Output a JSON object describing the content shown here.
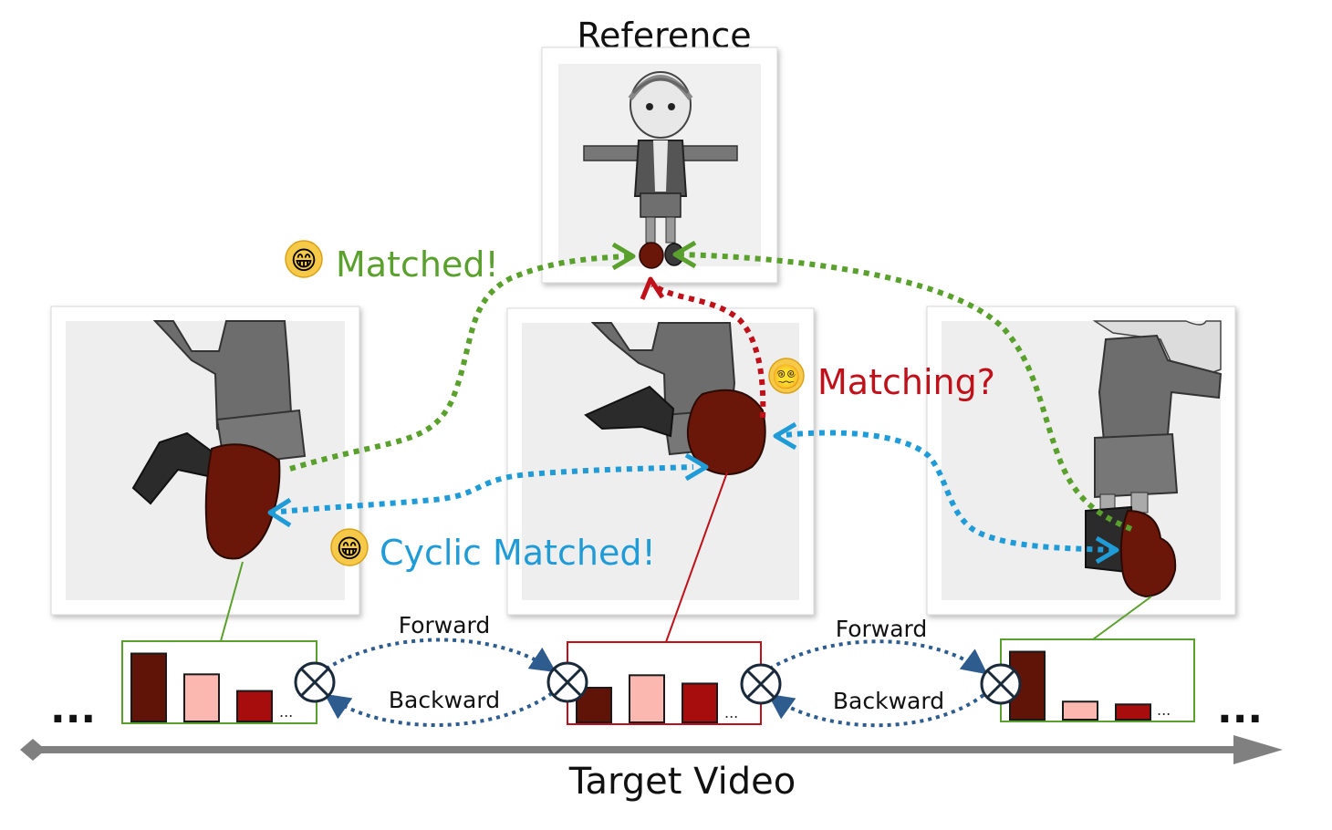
{
  "reference": {
    "title": "Reference"
  },
  "annotations": {
    "matched": {
      "emoji": "😁",
      "text": "Matched!"
    },
    "matching": {
      "emoji": "😵‍💫",
      "text": "Matching?"
    },
    "cyclic": {
      "emoji": "😁",
      "text": "Cyclic Matched!"
    }
  },
  "flow": {
    "forward_1": "Forward",
    "backward_1": "Backward",
    "forward_2": "Forward",
    "backward_2": "Backward"
  },
  "histograms": {
    "more_symbol": "...",
    "left": {
      "values": [
        0.98,
        0.68,
        0.44
      ]
    },
    "middle": {
      "values": [
        0.5,
        0.68,
        0.56
      ]
    },
    "right": {
      "values": [
        0.98,
        0.26,
        0.22
      ]
    }
  },
  "ellipsis": {
    "left": "...",
    "right": "..."
  },
  "axis": {
    "label": "Target Video"
  },
  "colors": {
    "green": "#5aa02c",
    "red": "#c0101a",
    "blue": "#1f9bd7",
    "navy": "#2e5c8e",
    "dark_red": "#601408",
    "pink": "#fbb8b0",
    "crimson": "#a80d0d",
    "axis_gray": "#808080"
  }
}
